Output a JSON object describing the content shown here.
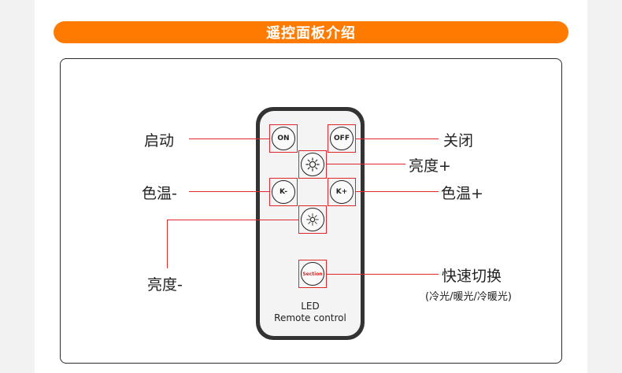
{
  "banner": {
    "title": "遥控面板介绍"
  },
  "remote": {
    "brand_line1": "LED",
    "brand_line2": "Remote control",
    "buttons": {
      "on": "ON",
      "off": "OFF",
      "k_minus": "K-",
      "k_plus": "K+",
      "section": "Section"
    }
  },
  "labels": {
    "start": "启动",
    "close": "关闭",
    "bright_up": "亮度+",
    "color_temp_down": "色温-",
    "color_temp_up": "色温+",
    "bright_down": "亮度-",
    "fast_switch": "快速切换",
    "fast_switch_detail": "(冷光/暖光/冷暖光)"
  },
  "colors": {
    "accent": "#ff7a00",
    "highlight": "#e0262b"
  }
}
